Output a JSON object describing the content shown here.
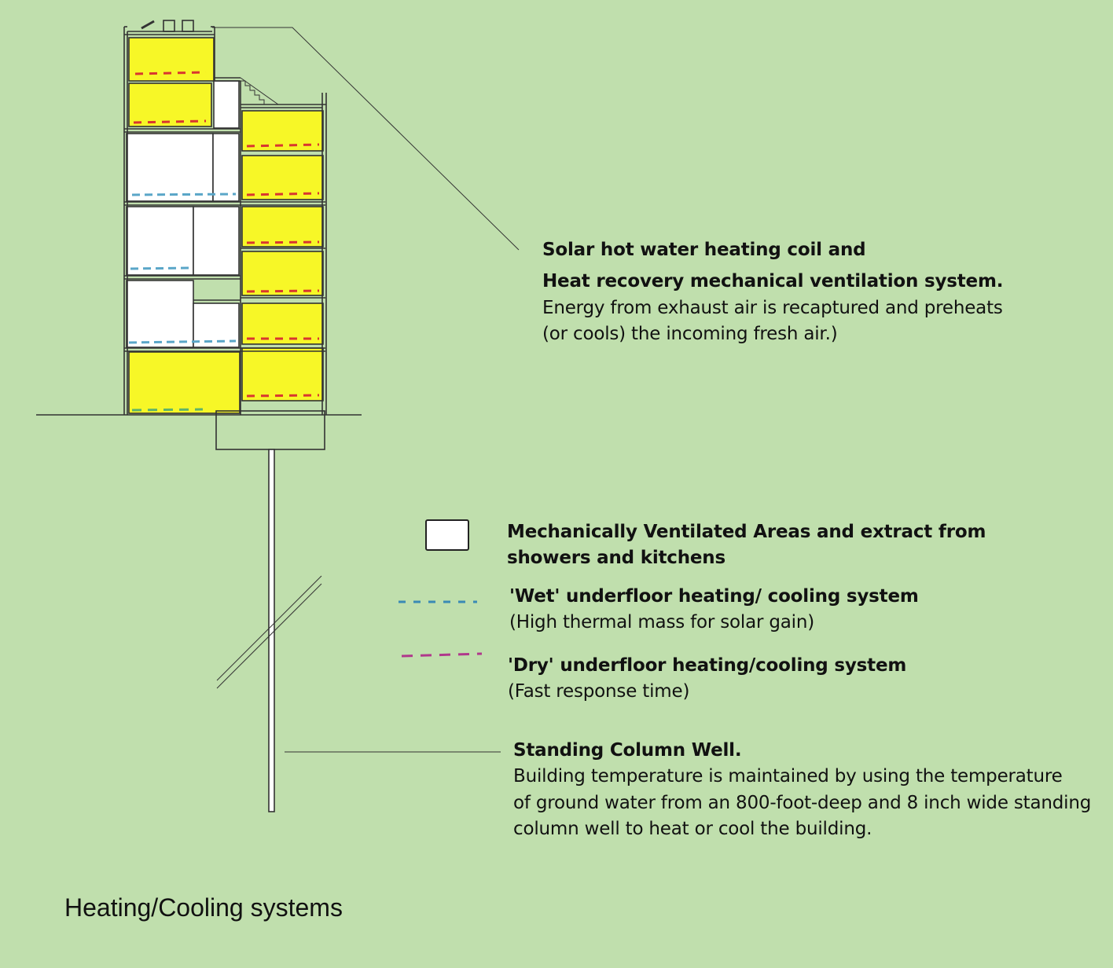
{
  "annotations": {
    "solar": {
      "line1": "Solar hot water heating coil and",
      "line2": "Heat recovery mechanical ventilation system.",
      "line3": "Energy from exhaust air is recaptured and preheats",
      "line4": "(or cools) the incoming fresh air.)"
    },
    "well": {
      "title": "Standing Column Well.",
      "line1": "Building temperature is maintained by using the temperature",
      "line2": "of ground water from an 800-foot-deep and 8 inch wide standing",
      "line3": "column well to heat or cool the building."
    }
  },
  "legend": {
    "ventilated": {
      "line1": "Mechanically Ventilated Areas and extract from",
      "line2": "showers and kitchens"
    },
    "wet": {
      "title": "'Wet' underfloor heating/ cooling system",
      "note": "(High thermal mass for solar gain)"
    },
    "dry": {
      "title": "'Dry' underfloor heating/cooling system",
      "note": "(Fast response time)"
    }
  },
  "caption": "Heating/Cooling systems",
  "colors": {
    "background": "#c0dfad",
    "heated_room": "#f7f727",
    "ventilated_room": "#ffffff",
    "dry_heating_dash": "#d9362f",
    "wet_heating_dash": "#5aa6c8",
    "dry_legend_dash": "#b0388c",
    "wet_legend_dash": "#3a8ab5",
    "ground_floor_dash": "#5fb36a"
  }
}
